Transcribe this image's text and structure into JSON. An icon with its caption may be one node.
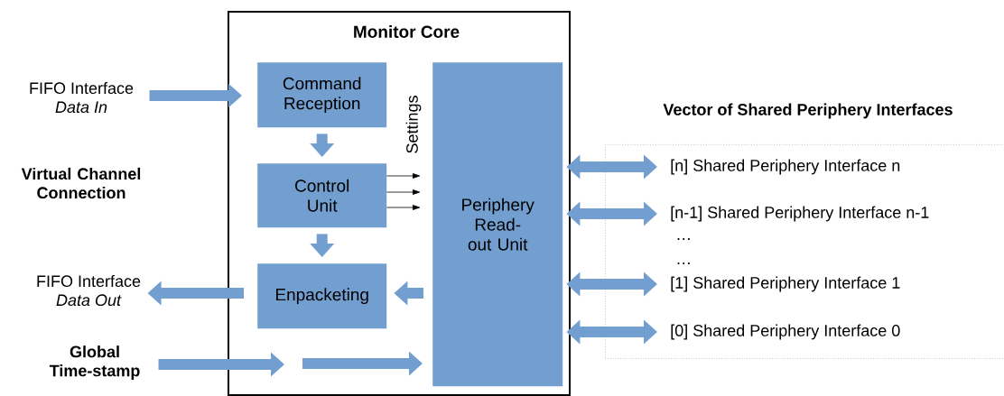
{
  "diagram": {
    "nodes": [
      {
        "text": [
          "Monitor Core"
        ]
      },
      {
        "text": [
          "Command Reception"
        ],
        "in": 0
      },
      {
        "text": [
          "Control Unit"
        ],
        "in": 0
      },
      {
        "text": [
          "Enpacketing"
        ],
        "in": 0
      },
      {
        "text": [
          "Periphery Read-out Unit"
        ],
        "in": 0
      },
      {
        "text": [
          "FIFO Interface",
          "Data In"
        ]
      },
      {
        "text": [
          "FIFO Interface",
          "Data Out"
        ]
      },
      {
        "text": [
          "Global Time-stamp"
        ]
      },
      {
        "text": [
          "Vector of Shared Periphery Interfaces"
        ]
      },
      {
        "text": [
          "[n] Shared Periphery Interface n"
        ],
        "in": 8
      },
      {
        "text": [
          "[n-1] Shared Periphery Interface n-1"
        ],
        "in": 8
      },
      {
        "text": [
          "[1] Shared Periphery Interface 1"
        ],
        "in": 8
      },
      {
        "text": [
          "[0] Shared Periphery Interface 0"
        ],
        "in": 8
      }
    ],
    "edges": [
      {
        "from": 5,
        "to": 1,
        "arrow": "to"
      },
      {
        "from": 1,
        "to": 2,
        "arrow": "to"
      },
      {
        "from": 2,
        "to": 3,
        "arrow": "to"
      },
      {
        "from": 3,
        "to": 6,
        "arrow": "to"
      },
      {
        "from": 4,
        "to": 3,
        "arrow": "to"
      },
      {
        "from": 2,
        "to": 4,
        "arrow": "to",
        "color": "#000000"
      },
      {
        "from": 2,
        "to": 4,
        "arrow": "to",
        "color": "#000000"
      },
      {
        "from": 2,
        "to": 4,
        "arrow": "to",
        "color": "#000000"
      },
      {
        "from": 7,
        "to": null,
        "arrow": "to"
      },
      {
        "from": null,
        "to": 4,
        "arrow": "to"
      },
      {
        "from": 4,
        "to": 9,
        "arrow": "both"
      },
      {
        "from": 4,
        "to": 10,
        "arrow": "both"
      },
      {
        "from": 4,
        "to": 11,
        "arrow": "both"
      },
      {
        "from": 4,
        "to": 12,
        "arrow": "both"
      }
    ],
    "labels": [
      "Virtual Channel Connection",
      "Settings",
      "…",
      "…"
    ]
  }
}
